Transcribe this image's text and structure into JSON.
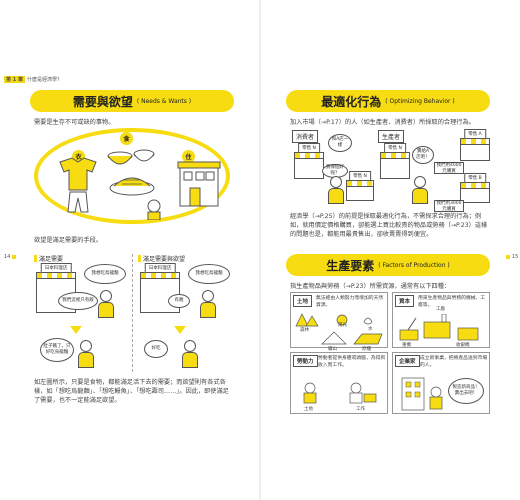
{
  "chapter": {
    "number": "第 1 章",
    "title": "什麼是經濟學？"
  },
  "left": {
    "heading": {
      "zh": "需要與欲望",
      "en": "( Needs & Wants )"
    },
    "intro": "需要是生存不可或缺的事物。",
    "categories": {
      "food": "食",
      "clothing": "衣",
      "housing": "住"
    },
    "means_label": "欲望是滿足需要的手段。",
    "panel_left": {
      "label": "滿足需要",
      "store_sign": "日本料理店",
      "customer_speech": "我想吃鳥龍麵",
      "staff_speech": "我們這裡只有飯",
      "eater_thought": "肚子餓了，只好吃烏龍麵"
    },
    "panel_right": {
      "label": "滿足需要與欲望",
      "store_sign": "日本料理店",
      "customer_speech": "我想吃鳥龍麵",
      "staff_speech": "有喔",
      "eater_thought": "好吃"
    },
    "bottom_text": "如左圖所示，只要是食物，都能滿足活下去的需要；而欲望則有各式各樣，如「想吃烏龍麵」、「想吃鰻魚」、「想吃壽司……」。因此，即使滿足了需要，也不一定能滿足欲望。",
    "page_number": "14"
  },
  "right": {
    "heading": {
      "zh": "最適化行為",
      "en": "( Optimizing Behavior )"
    },
    "intro": "加入市場（→P.17）的人（如生產者、消費者）所採取的合理行為。",
    "consumer": {
      "label": "消費者",
      "store_sign": "零售 N",
      "speech": "和A店一樣",
      "speech_2": "買哪個好呢？",
      "sign_1": "零售 N",
      "sign_2": "零售 N"
    },
    "producer": {
      "label": "生產者",
      "store_sign": "零售 N",
      "speech": "賣給A店吧！",
      "offer_1": "我們用4000元購買",
      "offer_2": "我們用3000元購買",
      "sign_1": "零售 A",
      "sign_2": "零售 B"
    },
    "body_text": "經濟學（→P.25）的前提是採取最適化行為，不需探求合理的行為；例如，就用價定價格購買，卻能選上買比較貴的物品或勞務（→P.23）這樣的問題也是，都能用最貴售出，卻收賣賣得到便宜。",
    "production": {
      "heading": {
        "zh": "生產要素",
        "en": "( Factors of Production )"
      },
      "intro": "指生產物品與勞務（→P.23）所需資源，通常有以下四種：",
      "land": {
        "tag": "土地",
        "desc": "無法經由人類努力而增加的天然資源。",
        "items": [
          "森林",
          "陽光",
          "水",
          "礦山",
          "原糧"
        ]
      },
      "capital": {
        "tag": "資本",
        "desc": "用來生產物品與勞務的機械、工廠等。",
        "items": [
          "工廠",
          "收銀機",
          "重機"
        ]
      },
      "labor": {
        "tag": "勞動力",
        "desc": "勞動者提供身體或頭腦，為得到收入而工作。",
        "items": [
          "土地",
          "工作"
        ]
      },
      "entrepreneur": {
        "tag": "企業家",
        "desc": "成立新事業，把將產品送到市場的人。",
        "speech": "製造新商品！賣出去吧！"
      }
    },
    "page_number": "15"
  },
  "colors": {
    "accent": "#f6dc10",
    "text": "#333333"
  }
}
